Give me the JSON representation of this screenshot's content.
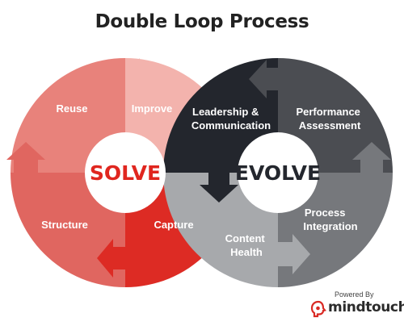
{
  "title": "Double Loop Process",
  "solve": {
    "center": "SOLVE",
    "quadrants": {
      "top_left": "Reuse",
      "top_right": "Improve",
      "bottom_left": "Structure",
      "bottom_right": "Capture"
    }
  },
  "evolve": {
    "center": "EVOLVE",
    "quadrants": {
      "top_left": [
        "Leadership &",
        "Communication"
      ],
      "top_right": [
        "Performance",
        "Assessment"
      ],
      "bottom_left": [
        "Content",
        "Health"
      ],
      "bottom_right": [
        "Process",
        "Integration"
      ]
    }
  },
  "branding": {
    "powered_by": "Powered By",
    "name": "mindtouch"
  },
  "colors": {
    "solve_top_left": "#e8827b",
    "solve_top_right": "#f3b3ad",
    "solve_bottom_left": "#e06660",
    "solve_bottom_right": "#dd2b24",
    "evolve_top_left": "#23262d",
    "evolve_top_right": "#4b4d52",
    "evolve_bottom_left": "#a7a9ac",
    "evolve_bottom_right": "#76787c",
    "solve_text": "#e0261f",
    "evolve_text": "#24272e"
  }
}
